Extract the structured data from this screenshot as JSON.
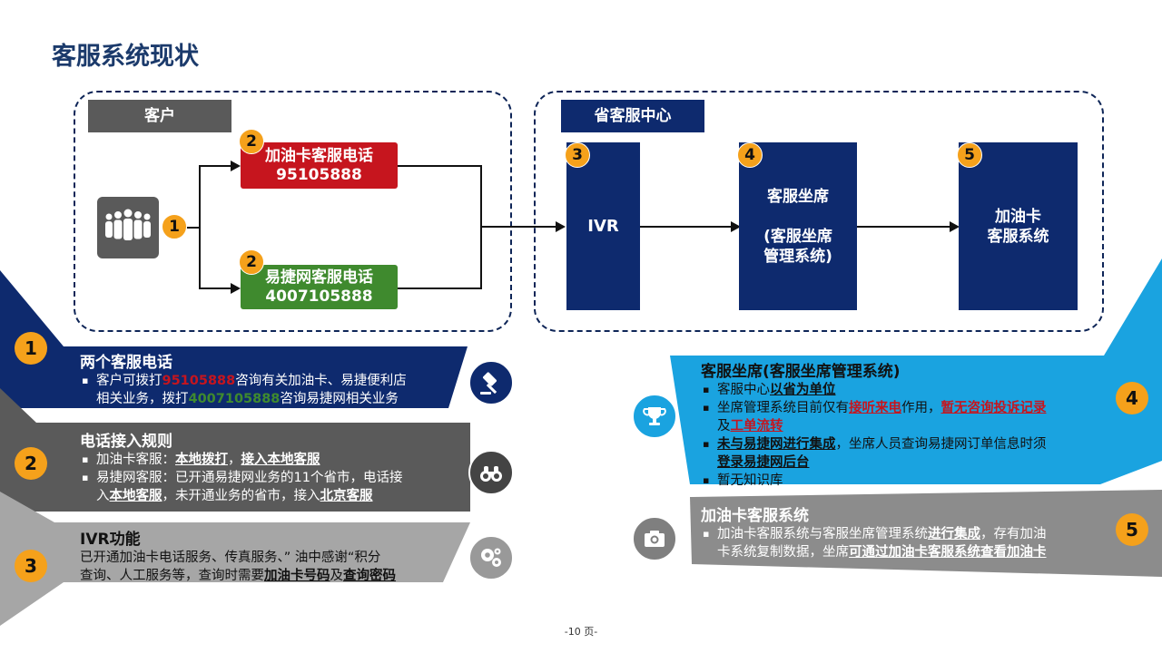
{
  "page_title": "客服系统现状",
  "customer_panel": {
    "header": "客户",
    "step1": "1",
    "hotline_red": {
      "badge": "2",
      "line1": "加油卡客服电话",
      "line2": "95105888"
    },
    "hotline_green": {
      "badge": "2",
      "line1": "易捷网客服电话",
      "line2": "4007105888"
    }
  },
  "center_panel": {
    "header": "省客服中心",
    "ivr": {
      "badge": "3",
      "label": "IVR"
    },
    "seat": {
      "badge": "4",
      "line1": "客服坐席",
      "line2": "(客服坐席",
      "line3": "管理系统)"
    },
    "system": {
      "badge": "5",
      "line1": "加油卡",
      "line2": "客服系统"
    }
  },
  "points_left": [
    {
      "num": "1",
      "title": "两个客服电话",
      "b1_a": "客户可拨打",
      "b1_red": "95105888",
      "b1_b": "咨询有关加油卡、易捷便利店",
      "b1_c": "相关业务，拨打",
      "b1_green": "4007105888",
      "b1_d": "咨询易捷网相关业务",
      "icon": "gavel-icon"
    },
    {
      "num": "2",
      "title": "电话接入规则",
      "b1_a": "加油卡客服：",
      "b1_u1": "本地拨打",
      "b1_b": "，",
      "b1_u2": "接入本地客服",
      "b2_a": "易捷网客服：已开通易捷网业务的11个省市，电话接",
      "b2_b": "入",
      "b2_u1": "本地客服",
      "b2_c": "，未开通业务的省市，接入",
      "b2_u2": "北京客服",
      "icon": "binoculars-icon"
    },
    {
      "num": "3",
      "title": "IVR功能",
      "l1": "已开通加油卡电话服务、传真服务、” 油中感谢“积分",
      "l2_a": "查询、人工服务等，查询时需要",
      "l2_u1": "加油卡号码",
      "l2_b": "及",
      "l2_u2": "查询密码",
      "icon": "gears-icon"
    }
  ],
  "points_right": [
    {
      "num": "4",
      "title": "客服坐席(客服坐席管理系统)",
      "b1_a": "客服中心",
      "b1_u": "以省为单位",
      "b2_a": "坐席管理系统目前仅有",
      "b2_r1": "接听来电",
      "b2_b": "作用，",
      "b2_r2": "暂无咨询投诉记录",
      "b2_c": "及",
      "b2_r3": "工单流转",
      "b3_u1": "未与易捷网进行集成",
      "b3_a": "，坐席人员查询易捷网订单信息时须",
      "b3_u2": "登录易捷网后台",
      "b4": "暂无知识库",
      "icon": "trophy-icon"
    },
    {
      "num": "5",
      "title": "加油卡客服系统",
      "b1_a": "加油卡客服系统与客服坐席管理系统",
      "b1_u1": "进行集成",
      "b1_b": "，存有加油",
      "b1_c": "卡系统复制数据，坐席",
      "b1_u2": "可通过加油卡客服系统查看加油卡",
      "icon": "camera-icon"
    }
  ],
  "footer": "-10 页-",
  "colors": {
    "navy": "#0e2a6e",
    "red": "#c6151e",
    "green": "#3f8a2e",
    "gray": "#5a5a5a",
    "orange": "#f5a11b",
    "cyan": "#1aa3e0"
  }
}
